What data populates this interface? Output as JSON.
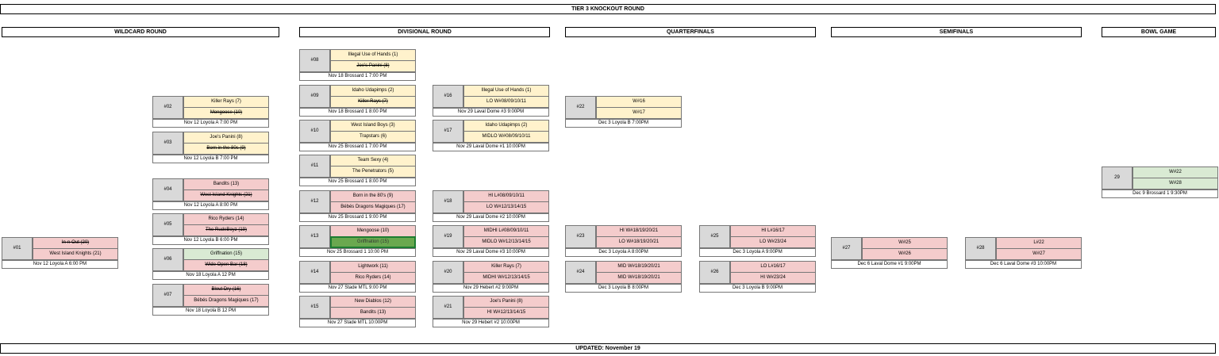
{
  "title": "TIER 3 KNOCKOUT ROUND",
  "footer": "UPDATED: November 19",
  "round_headers": [
    "WILDCARD ROUND",
    "DIVISIONAL ROUND",
    "QUARTERFINALS",
    "SEMIFINALS",
    "BOWL GAME"
  ],
  "games": {
    "g01": {
      "id": "#01",
      "t1": "In-n-Out (20)",
      "t2": "West Island Knights (21)",
      "info": "Nov 12 Loyola A 6:00 PM"
    },
    "g02": {
      "id": "#02",
      "t1": "Killer Rays (7)",
      "t2": "Mongoose (10)",
      "info": "Nov 12 Loyola A 7:00 PM"
    },
    "g03": {
      "id": "#03",
      "t1": "Joe's Panini (8)",
      "t2": "Born in the 80s (9)",
      "info": "Nov 12 Loyola B 7:00 PM"
    },
    "g04": {
      "id": "#04",
      "t1": "Bandits (13)",
      "t2": "West Island Knights (21)",
      "info": "Nov 12 Loyola A 8:00 PM"
    },
    "g05": {
      "id": "#05",
      "t1": "Rico Ryders (14)",
      "t2": "The RudeBoyz (19)",
      "info": "Nov 12 Loyola B 6:00 PM"
    },
    "g06": {
      "id": "#06",
      "t1": "Griffnation (15)",
      "t2": "Wide Open Bar (18)",
      "info": "Nov 18 Loyola A 12 PM"
    },
    "g07": {
      "id": "#07",
      "t1": "Bleut Dry (16)",
      "t2": "Bébés Dragons Magiques (17)",
      "info": "Nov 18 Loyola B 12 PM"
    },
    "g08": {
      "id": "#08",
      "t1": "Illegal Use of Hands (1)",
      "t2": "Joe's Panini (8)",
      "info": "Nov 18 Brossard 1 7:00 PM"
    },
    "g09": {
      "id": "#09",
      "t1": "Idaho Udapimps (2)",
      "t2": "Killer Rays (7)",
      "info": "Nov 18 Brossard 1 8:00 PM"
    },
    "g10": {
      "id": "#10",
      "t1": "West Island Boys (3)",
      "t2": "Trapstars (6)",
      "info": "Nov 25 Brossard 1 7:00 PM"
    },
    "g11": {
      "id": "#11",
      "t1": "Team Sexy (4)",
      "t2": "The Penetrators (5)",
      "info": "Nov 25 Brossard 1 8:00 PM"
    },
    "g12": {
      "id": "#12",
      "t1": "Born in the 80's (9)",
      "t2": "Bébés Dragons Magiques (17)",
      "info": "Nov 25 Brossard 1 9:00 PM"
    },
    "g13": {
      "id": "#13",
      "t1": "Mengoose (10)",
      "t2": "Griffnation (15)",
      "info": "Nov 25 Brossard 1 10:00 PM"
    },
    "g14": {
      "id": "#14",
      "t1": "Lightwork (11)",
      "t2": "Rico Ryders (14)",
      "info": "Nov 27 Stade MTL 9:00 PM"
    },
    "g15": {
      "id": "#15",
      "t1": "New Diablos (12)",
      "t2": "Bandits (13)",
      "info": "Nov 27 Stade MTL 10:00PM"
    },
    "g16": {
      "id": "#16",
      "t1": "Illegal Use of Hands (1)",
      "t2": "LO W#08/09/10/11",
      "info": "Nov 29 Laval Dome #3 9:00PM"
    },
    "g17": {
      "id": "#17",
      "t1": "Idaho Udapimps (2)",
      "t2": "MIDLO W#08/09/10/11",
      "info": "Nov 29 Laval Dome #1 10:00PM"
    },
    "g18": {
      "id": "#18",
      "t1": "HI L#08/09/10/11",
      "t2": "LO W#12/13/14/15",
      "info": "Nov 29 Laval Dome #2 10:00PM"
    },
    "g19": {
      "id": "#19",
      "t1": "MIDHI L#08/09/10/11",
      "t2": "MIDLO W#12/13/14/15",
      "info": "Nov 29 Laval Dome #3 10:00PM"
    },
    "g20": {
      "id": "#20",
      "t1": "Killer Rays (7)",
      "t2": "MIDHI W#12/13/14/15",
      "info": "Nov 29 Hebert #2 9:00PM"
    },
    "g21": {
      "id": "#21",
      "t1": "Joe's Panini (8)",
      "t2": "HI W#12/13/14/15",
      "info": "Nov 29 Hebert #2 10:00PM"
    },
    "g22": {
      "id": "#22",
      "t1": "W#16",
      "t2": "W#17",
      "info": "Dec 3 Loyola B 7:00PM"
    },
    "g23": {
      "id": "#23",
      "t1": "HI W#18/19/20/21",
      "t2": "LO W#18/19/20/21",
      "info": "Dec 3 Loyola A 8:00PM"
    },
    "g24": {
      "id": "#24",
      "t1": "MID W#18/19/20/21",
      "t2": "MID W#18/19/20/21",
      "info": "Dec 3 Loyola B 8:00PM"
    },
    "g25": {
      "id": "#25",
      "t1": "HI L#16/17",
      "t2": "LO W#23/24",
      "info": "Dec 3 Loyola A 9:00PM"
    },
    "g26": {
      "id": "#26",
      "t1": "LO L#16/17",
      "t2": "HI W#23/24",
      "info": "Dec 3 Loyola B 9:00PM"
    },
    "g27": {
      "id": "#27",
      "t1": "W#25",
      "t2": "W#26",
      "info": "Dec 6 Laval Dome #1 9:00PM"
    },
    "g28": {
      "id": "#28",
      "t1": "L#22",
      "t2": "W#27",
      "info": "Dec 6 Laval Dome #3 10:00PM"
    },
    "g29": {
      "id": "29",
      "t1": "W#22",
      "t2": "W#28",
      "info": "Dec 9 Brossard 1 9:30PM"
    }
  },
  "colors": {
    "yellow": "#fff2cc",
    "red": "#f4cccc",
    "green": "#d9ead3",
    "highlight": "#6aa84f",
    "id_cell": "#d9d9d9"
  }
}
